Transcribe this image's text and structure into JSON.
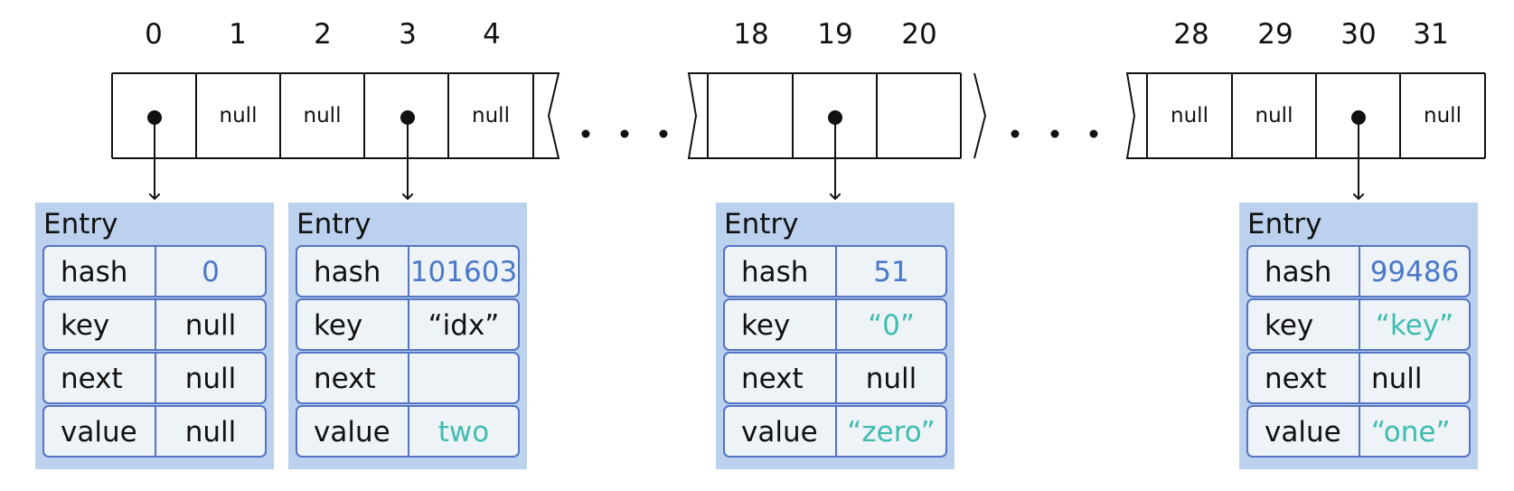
{
  "array": {
    "indices": [
      "0",
      "1",
      "2",
      "3",
      "4",
      "18",
      "19",
      "20",
      "28",
      "29",
      "30",
      "31"
    ],
    "null_label": "null",
    "ellipsis": "...",
    "segments": [
      {
        "cells": [
          {
            "index": "0",
            "content": "pointer"
          },
          {
            "index": "1",
            "content": "null"
          },
          {
            "index": "2",
            "content": "null"
          },
          {
            "index": "3",
            "content": "pointer"
          },
          {
            "index": "4",
            "content": "null"
          }
        ]
      },
      {
        "cells": [
          {
            "index": "18",
            "content": "empty"
          },
          {
            "index": "19",
            "content": "pointer"
          },
          {
            "index": "20",
            "content": "empty"
          }
        ]
      },
      {
        "cells": [
          {
            "index": "28",
            "content": "null"
          },
          {
            "index": "29",
            "content": "null"
          },
          {
            "index": "30",
            "content": "pointer"
          },
          {
            "index": "31",
            "content": "null"
          }
        ]
      }
    ]
  },
  "entries": [
    {
      "bucket": "0",
      "title": "Entry",
      "fields": [
        {
          "key": "hash",
          "value": "0",
          "color": "#4a78c8"
        },
        {
          "key": "key",
          "value": "null",
          "color": "#111111"
        },
        {
          "key": "next",
          "value": "null",
          "color": "#111111"
        },
        {
          "key": "value",
          "value": "null",
          "color": "#111111"
        }
      ]
    },
    {
      "bucket": "3",
      "title": "Entry",
      "fields": [
        {
          "key": "hash",
          "value": "101603",
          "color": "#4a78c8"
        },
        {
          "key": "key",
          "value": "“idx”",
          "color": "#111111"
        },
        {
          "key": "next",
          "value": "",
          "color": "#111111"
        },
        {
          "key": "value",
          "value": "two",
          "color": "#3fbcb0"
        }
      ]
    },
    {
      "bucket": "19",
      "title": "Entry",
      "fields": [
        {
          "key": "hash",
          "value": "51",
          "color": "#4a78c8"
        },
        {
          "key": "key",
          "value": "“0”",
          "color": "#3fbcb0"
        },
        {
          "key": "next",
          "value": "null",
          "color": "#111111"
        },
        {
          "key": "value",
          "value": "“zero”",
          "color": "#3fbcb0"
        }
      ]
    },
    {
      "bucket": "30",
      "title": "Entry",
      "fields": [
        {
          "key": "hash",
          "value": "99486",
          "color": "#4a78c8"
        },
        {
          "key": "key",
          "value": "“key”",
          "color": "#3fbcb0"
        },
        {
          "key": "next",
          "value": "null",
          "color": "#111111"
        },
        {
          "key": "value",
          "value": "“one”",
          "color": "#3fbcb0"
        }
      ]
    }
  ],
  "colors": {
    "entry_background": "#bcd1ee",
    "row_background": "#eef3f8",
    "row_border": "#5474c4",
    "hash_value": "#4a78c8",
    "string_value": "#3fbcb0"
  }
}
